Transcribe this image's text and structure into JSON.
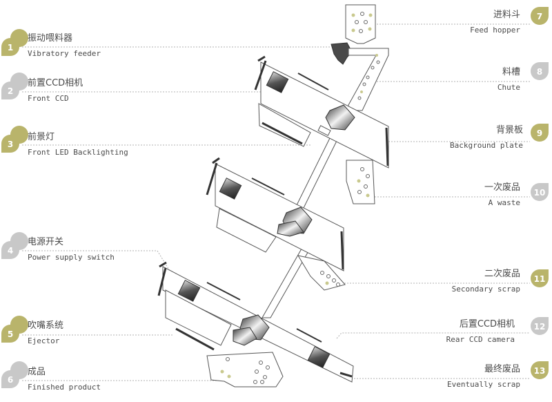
{
  "colors": {
    "badge_olive": "#b9b46b",
    "badge_grey": "#c8c8c8",
    "line": "#555555",
    "leader": "#b0b0b0",
    "dark_part": "#3c3c3c"
  },
  "labels": [
    {
      "num": "1",
      "cn": "振动喂料器",
      "en": "Vibratory feeder",
      "color": "olive"
    },
    {
      "num": "2",
      "cn": "前置CCD相机",
      "en": "Front CCD",
      "color": "grey"
    },
    {
      "num": "3",
      "cn": "前景灯",
      "en": "Front LED Backlighting",
      "color": "olive"
    },
    {
      "num": "4",
      "cn": "电源开关",
      "en": "Power supply switch",
      "color": "grey"
    },
    {
      "num": "5",
      "cn": "吹嘴系统",
      "en": "Ejector",
      "color": "olive"
    },
    {
      "num": "6",
      "cn": "成品",
      "en": "Finished product",
      "color": "grey"
    },
    {
      "num": "7",
      "cn": "进料斗",
      "en": "Feed hopper",
      "color": "olive"
    },
    {
      "num": "8",
      "cn": "料槽",
      "en": "Chute",
      "color": "grey"
    },
    {
      "num": "9",
      "cn": "背景板",
      "en": "Background plate",
      "color": "olive"
    },
    {
      "num": "10",
      "cn": "一次废品",
      "en": "A waste",
      "color": "grey"
    },
    {
      "num": "11",
      "cn": "二次废品",
      "en": "Secondary scrap",
      "color": "olive"
    },
    {
      "num": "12",
      "cn": "后置CCD相机",
      "en": "Rear CCD camera",
      "color": "grey"
    },
    {
      "num": "13",
      "cn": "最终废品",
      "en": "Eventually scrap",
      "color": "olive"
    }
  ]
}
